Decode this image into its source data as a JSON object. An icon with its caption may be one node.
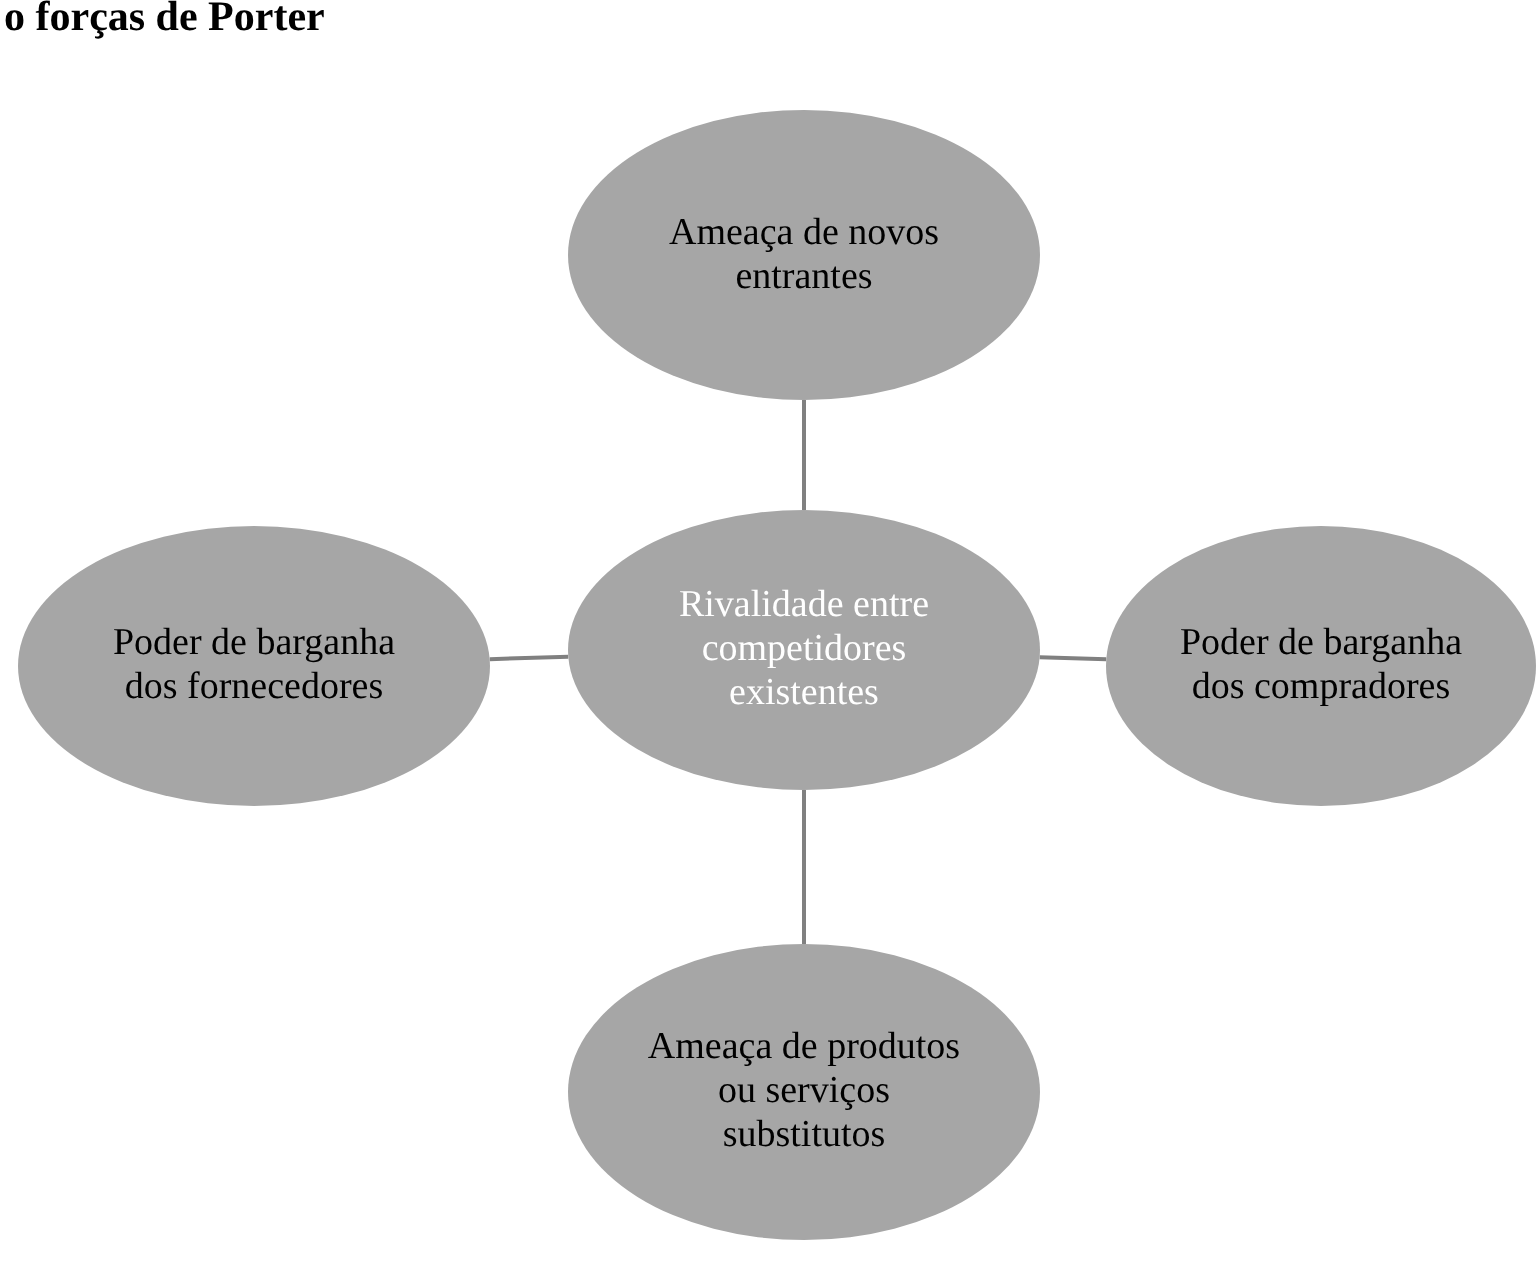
{
  "diagram": {
    "title": "o forças de Porter",
    "nodes": [
      {
        "text": [
          "Ameaça de novos entrantes"
        ]
      },
      {
        "text": [
          "Poder de barganha dos fornecedores"
        ]
      },
      {
        "text": [
          "Rivalidade entre competidores existentes"
        ]
      },
      {
        "text": [
          "Poder de barganha dos compradores"
        ]
      },
      {
        "text": [
          "Ameaça de produtos ou serviços substitutos"
        ]
      }
    ],
    "edges": [
      {
        "from": 2,
        "to": 0,
        "arrow": "none"
      },
      {
        "from": 2,
        "to": 1,
        "arrow": "none"
      },
      {
        "from": 2,
        "to": 3,
        "arrow": "none"
      },
      {
        "from": 2,
        "to": 4,
        "arrow": "none"
      }
    ]
  }
}
